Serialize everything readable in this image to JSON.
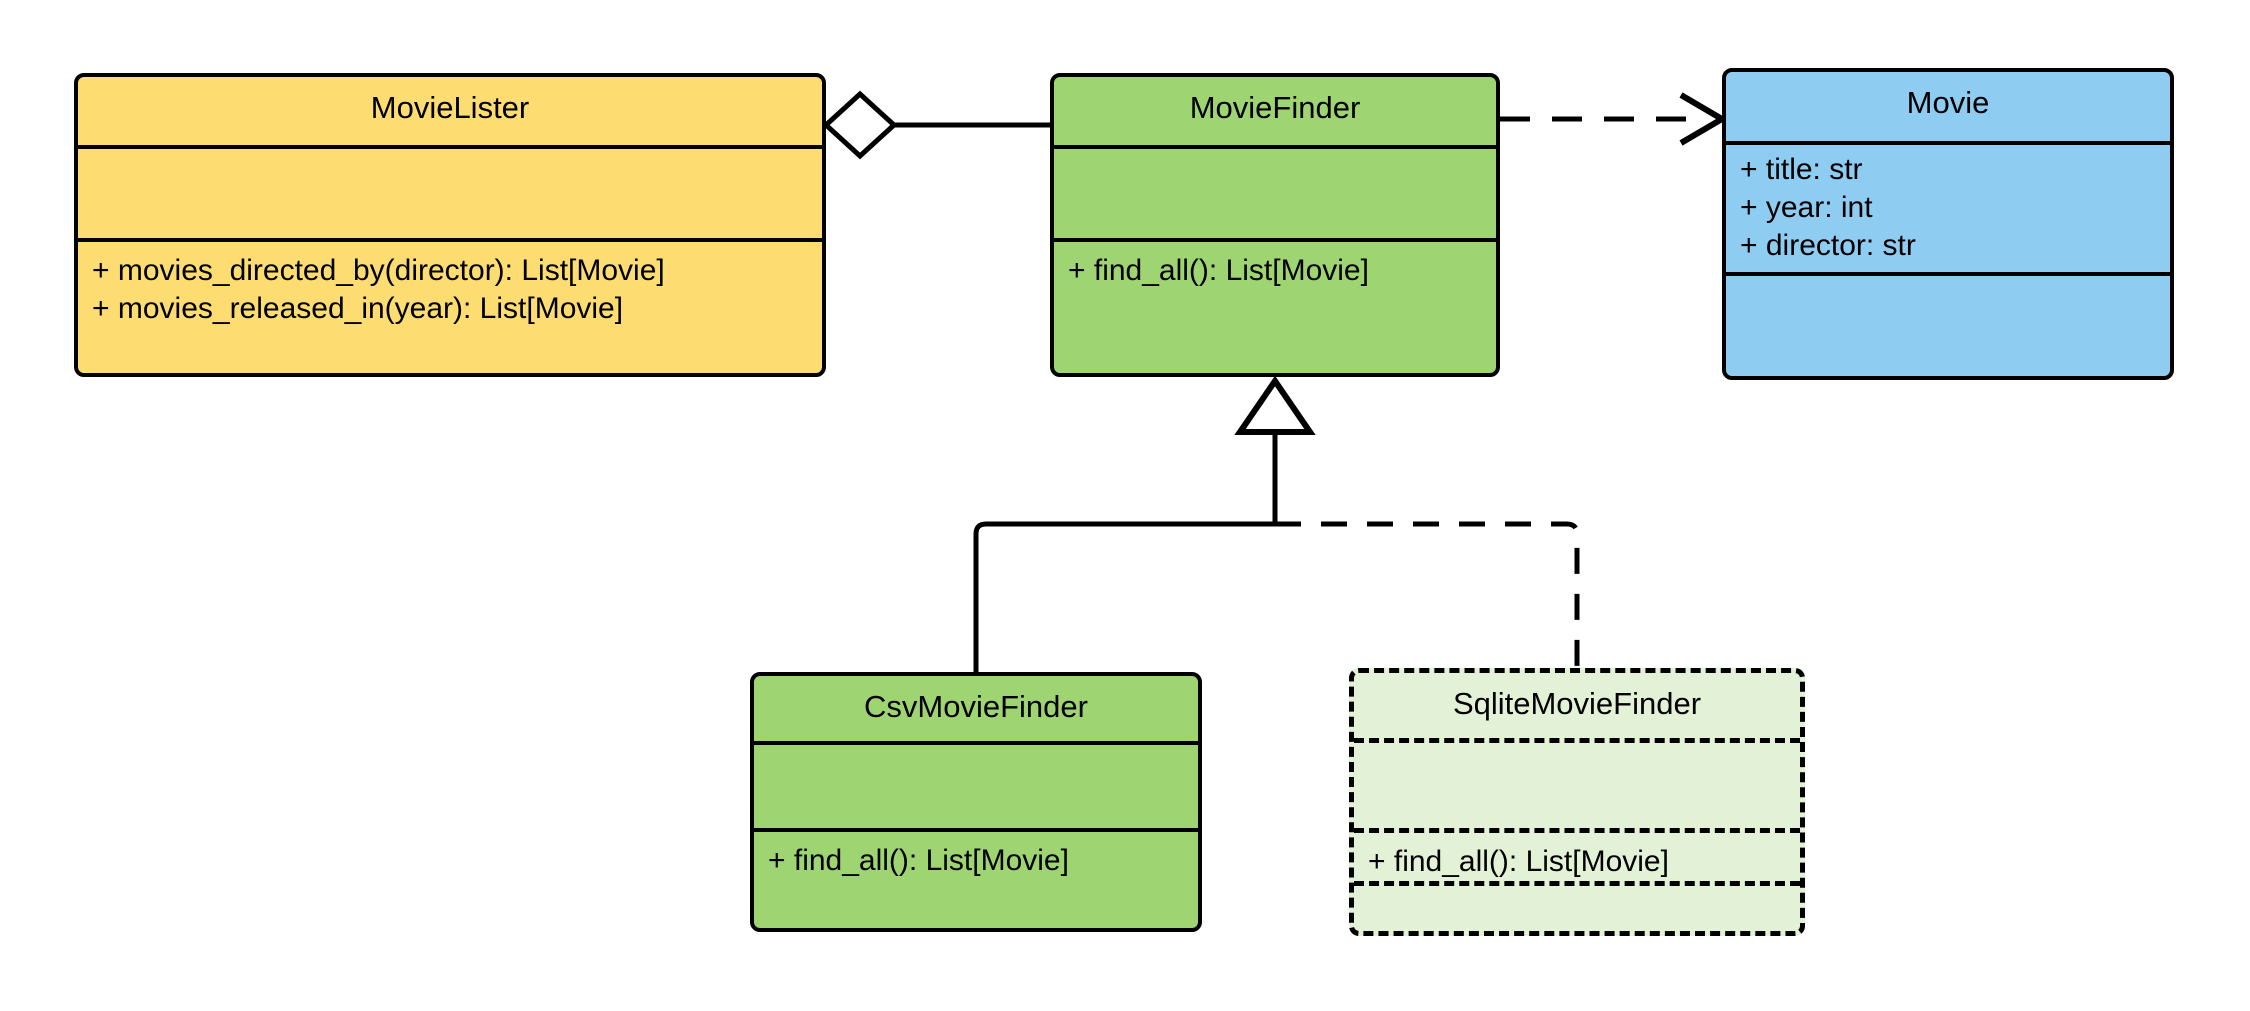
{
  "diagram": {
    "kind": "uml-class-diagram",
    "background": "#ffffff",
    "line_color": "#000000"
  },
  "palette": {
    "yellow": "#fddc71",
    "green": "#9ed472",
    "blue": "#8fccf2",
    "pale_green": "#e3f1d6",
    "stroke": "#000000",
    "fill_white": "#ffffff"
  },
  "classes": [
    {
      "id": "movielister",
      "name": "MovieLister",
      "fill": "#fddc71",
      "border_style": "solid",
      "attributes": [],
      "methods": [
        "+ movies_directed_by(director): List[Movie]",
        "+ movies_released_in(year): List[Movie]"
      ]
    },
    {
      "id": "moviefinder",
      "name": "MovieFinder",
      "fill": "#9ed472",
      "border_style": "solid",
      "attributes": [],
      "methods": [
        "+ find_all(): List[Movie]"
      ]
    },
    {
      "id": "movie",
      "name": "Movie",
      "fill": "#8fccf2",
      "border_style": "solid",
      "attributes": [
        "+ title: str",
        "+ year: int",
        "+ director: str"
      ],
      "methods": []
    },
    {
      "id": "csvmoviefinder",
      "name": "CsvMovieFinder",
      "fill": "#9ed472",
      "border_style": "solid",
      "attributes": [],
      "methods": [
        "+ find_all(): List[Movie]"
      ]
    },
    {
      "id": "sqlitemoviefinder",
      "name": "SqliteMovieFinder",
      "fill": "#e3f1d6",
      "border_style": "dashed",
      "attributes": [],
      "methods": [
        "+ find_all(): List[Movie]"
      ]
    }
  ],
  "relationships": [
    {
      "id": "lister-finder",
      "type": "aggregation",
      "from": "MovieLister",
      "to": "MovieFinder",
      "line_style": "solid",
      "source_marker": "hollow-diamond",
      "target_marker": "none"
    },
    {
      "id": "finder-movie",
      "type": "dependency",
      "from": "MovieFinder",
      "to": "Movie",
      "line_style": "dashed",
      "source_marker": "none",
      "target_marker": "open-arrow"
    },
    {
      "id": "csv-finder",
      "type": "generalization",
      "from": "CsvMovieFinder",
      "to": "MovieFinder",
      "line_style": "solid",
      "source_marker": "none",
      "target_marker": "hollow-triangle"
    },
    {
      "id": "sqlite-finder",
      "type": "generalization",
      "from": "SqliteMovieFinder",
      "to": "MovieFinder",
      "line_style": "dashed",
      "source_marker": "none",
      "target_marker": "hollow-triangle"
    }
  ]
}
